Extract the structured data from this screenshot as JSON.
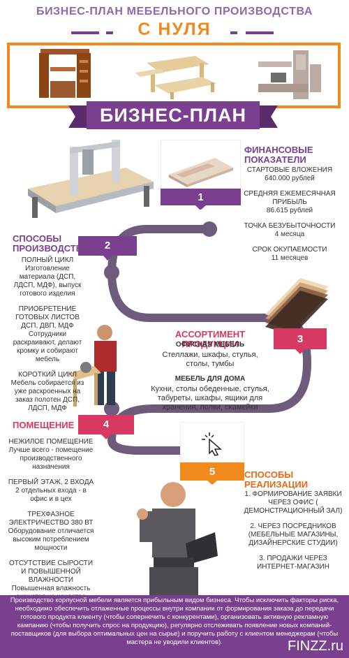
{
  "header": {
    "title": "БИЗНЕС-ПЛАН МЕБЕЛЬНОГО ПРОИЗВОДСТВА",
    "subtitle": "С НУЛЯ"
  },
  "banner": {
    "label": "БИЗНЕС-ПЛАН"
  },
  "steps": [
    {
      "number": "1"
    },
    {
      "number": "2"
    },
    {
      "number": "3"
    },
    {
      "number": "4"
    },
    {
      "number": "5"
    }
  ],
  "financial": {
    "heading": "ФИНАНСОВЫЕ ПОКАЗАТЕЛИ",
    "items": [
      {
        "label": "СТАРТОВЫЕ ВЛОЖЕНИЯ",
        "value": "640.000 рублей"
      },
      {
        "label": "СРЕДНЯЯ ЕЖЕМЕСЯЧНАЯ ПРИБЫЛЬ",
        "value": "86.615 рублей"
      },
      {
        "label": "ТОЧКА БЕЗУБЫТОЧНОСТИ",
        "value": "4 месяца"
      },
      {
        "label": "СРОК ОКУПАЕМОСТИ",
        "value": "11 месяцев"
      }
    ]
  },
  "production": {
    "heading": "СПОСОБЫ ПРОИЗВОДСТВА",
    "items": [
      {
        "label": "ПОЛНЫЙ ЦИКЛ",
        "text": "Изготовление материала (ДСП, ЛДСП, МДФ), выпуск готового изделия"
      },
      {
        "label": "ПРИОБРЕТЕНИЕ ГОТОВЫХ ЛИСТОВ ДСП, ДВП, МДФ",
        "text": "Сотрудники раскраивают, делают кромку и собирают мебель"
      },
      {
        "label": "КОРОТКИЙ ЦИКЛ",
        "text": "Мебель собирается из уже раскроенных на заказ полотен ДСП, ЛДСП, МДФ"
      }
    ]
  },
  "assortment": {
    "heading": "АССОРТИМЕНТ ПРОДУКЦИИ",
    "office_label": "ОФИСНАЯ МЕБЕЛЬ",
    "office_text": "Стеллажи, шкафы, стулья, столы, тумбы",
    "home_label": "МЕБЕЛЬ ДЛЯ ДОМА",
    "home_text": "Кухни, столы обеденные, стулья, табуреты, шкафы, ящики для хранения, полки, скамейки"
  },
  "premises": {
    "heading": "ПОМЕЩЕНИЕ",
    "items": [
      {
        "label": "НЕЖИЛОЕ ПОМЕЩЕНИЕ",
        "text": "Лучше всего - помещение производственного назначения"
      },
      {
        "label": "ПЕРВЫЙ ЭТАЖ, 2 ВХОДА",
        "text": "2 отдельных входа - в офис и в цех"
      },
      {
        "label": "ТРЕХФАЗНОЕ ЭЛЕКТРИЧЕСТВО 380 ВТ",
        "text": "Оборудование отличается высоким потреблением мощности"
      },
      {
        "label": "ОТСУТСТВИЕ СЫРОСТИ И ПОВЫШЕННОЙ ВЛАЖНОСТИ",
        "text": "Повышенная влажность скажется на качестве готовых деревянных изделий"
      }
    ]
  },
  "sales": {
    "heading": "СПОСОБЫ РЕАЛИЗАЦИИ",
    "items": [
      "1. ФОРМИРОВАНИЕ ЗАЯВКИ ЧЕРЕЗ ОФИС ( ДЕМОНСТРАЦИОННЫЙ ЗАЛ)",
      "2. ЧЕРЕЗ ПОСРЕДНИКОВ (МЕБЕЛЬНЫЕ МАГАЗИНЫ, ДИЗАЙНЕРСКИЕ СТУДИИ)",
      "3. ПРОДАЖИ ЧЕРЕЗ ИНТЕРНЕТ-МАГАЗИН"
    ]
  },
  "footer": {
    "text": "Производство корпусной мебели является прибыльным видом бизнеса. Чтобы исключить факторы риска, необходимо обеспечить отлаженные процессы внутри компании от формирования заказа до передачи готового продукта клиенту (чтобы сопернечить с конкурентами), организовать активную рекламную кампанию (чтобы получить спрос на продукцию), регулярно отслеживать появление новых компаний-поставщиков (для выбора оптимальных цен на сырье) и поручить работу с клиентом менеджерам (чтобы мастера не уводили клиентов).",
    "brand": "FINZZ.ru"
  },
  "colors": {
    "purple": "#7b3f8f",
    "orange": "#f08a1c",
    "pink": "#d63a62",
    "track": "#6e5a7a"
  },
  "icons": [
    "wardrobe-image",
    "bench-table-image",
    "tv-wall-image",
    "cnc-machine-image",
    "banknotes-image",
    "wood-boards-image",
    "carpenter-image",
    "cursor-click-icon",
    "worker-laptop-image"
  ]
}
